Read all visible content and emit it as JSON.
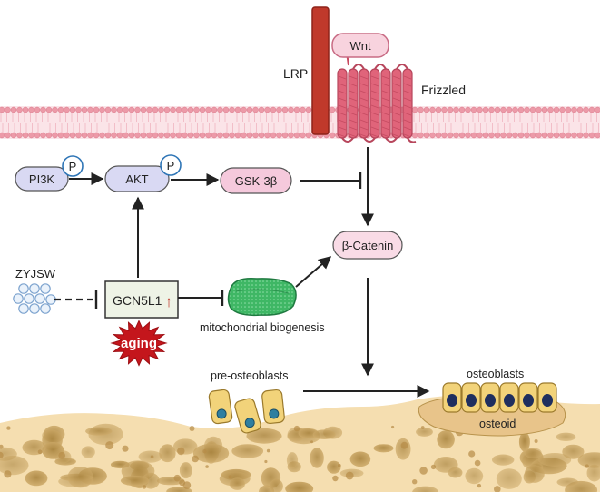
{
  "diagram": {
    "membrane": {
      "lrp_label": "LRP",
      "wnt_label": "Wnt",
      "frizzled_label": "Frizzled"
    },
    "signaling": {
      "pi3k_label": "PI3K",
      "akt_label": "AKT",
      "gsk3b_label": "GSK-3β",
      "phospho_label": "P",
      "beta_catenin_label": "β-Catenin"
    },
    "regulators": {
      "zyjsw_label": "ZYJSW",
      "gcn5l1_label": "GCN5L1",
      "gcn5l1_arrow": "↑",
      "aging_label": "aging",
      "mito_label": "mitochondrial biogenesis"
    },
    "bone": {
      "pre_osteoblasts_label": "pre-osteoblasts",
      "osteoblasts_label": "osteoblasts",
      "osteoid_label": "osteoid"
    },
    "colors": {
      "membrane": "#f2a9b4",
      "lrp": "#c0392b",
      "frizzled": "#e0647a",
      "wnt_fill": "#f8d3de",
      "protein_fill": "#d9d9f3",
      "gsk_fill": "#f5c9dc",
      "catenin_fill": "#f9dbe6",
      "phospho_stroke": "#2e75b6",
      "aging": "#c4161c",
      "mito": "#34a85a",
      "bone_base": "#f5deb0",
      "bone_pore": "#caa468",
      "osteoblast": "#f2d37a",
      "nucleus": "#1f2f5e"
    }
  }
}
